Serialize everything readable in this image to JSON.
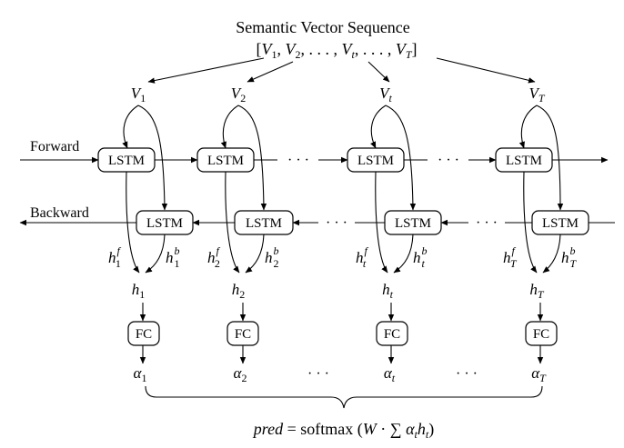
{
  "header": {
    "title": "Semantic Vector Sequence",
    "sequence": "[V1, V2, . . . , Vt, . . . , VT]"
  },
  "directions": {
    "forward": "Forward",
    "backward": "Backward"
  },
  "boxes": {
    "lstm": "LSTM",
    "fc": "FC"
  },
  "ellipsis": "· · ·",
  "columns": [
    {
      "v": "V",
      "sub": "1",
      "hf": "h",
      "hf_sup": "f",
      "hb": "h",
      "hb_sup": "b",
      "h": "h",
      "alpha": "α"
    },
    {
      "v": "V",
      "sub": "2",
      "hf": "h",
      "hf_sup": "f",
      "hb": "h",
      "hb_sup": "b",
      "h": "h",
      "alpha": "α"
    },
    {
      "v": "V",
      "sub": "t",
      "hf": "h",
      "hf_sup": "f",
      "hb": "h",
      "hb_sup": "b",
      "h": "h",
      "alpha": "α"
    },
    {
      "v": "V",
      "sub": "T",
      "hf": "h",
      "hf_sup": "f",
      "hb": "h",
      "hb_sup": "b",
      "h": "h",
      "alpha": "α"
    }
  ],
  "formula": {
    "lhs": "pred",
    "eq": " = softmax (",
    "W": "W",
    "dot": " · ∑ ",
    "alpha": "α",
    "h": "h",
    "sub": "t",
    "close": ")"
  }
}
